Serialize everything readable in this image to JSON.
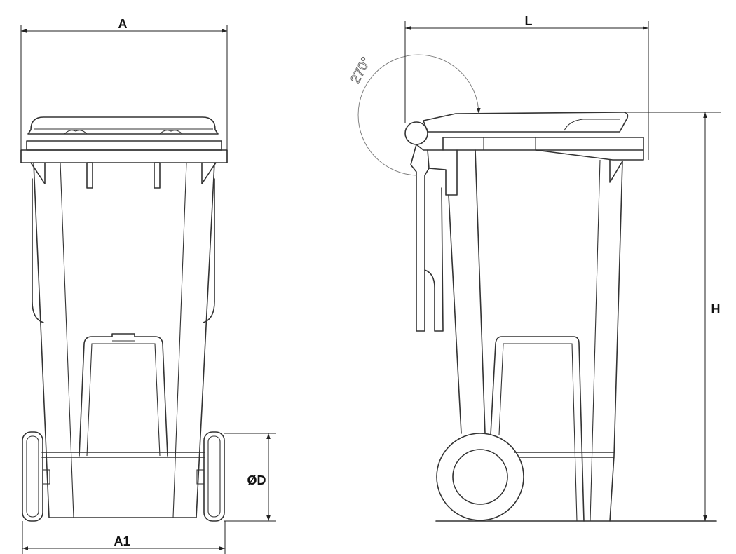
{
  "dimensions": {
    "A": "A",
    "A1": "A1",
    "D": "ØD",
    "L": "L",
    "H": "H"
  },
  "lid_angle": "270°",
  "colors": {
    "line": "#333333",
    "background": "#ffffff"
  }
}
